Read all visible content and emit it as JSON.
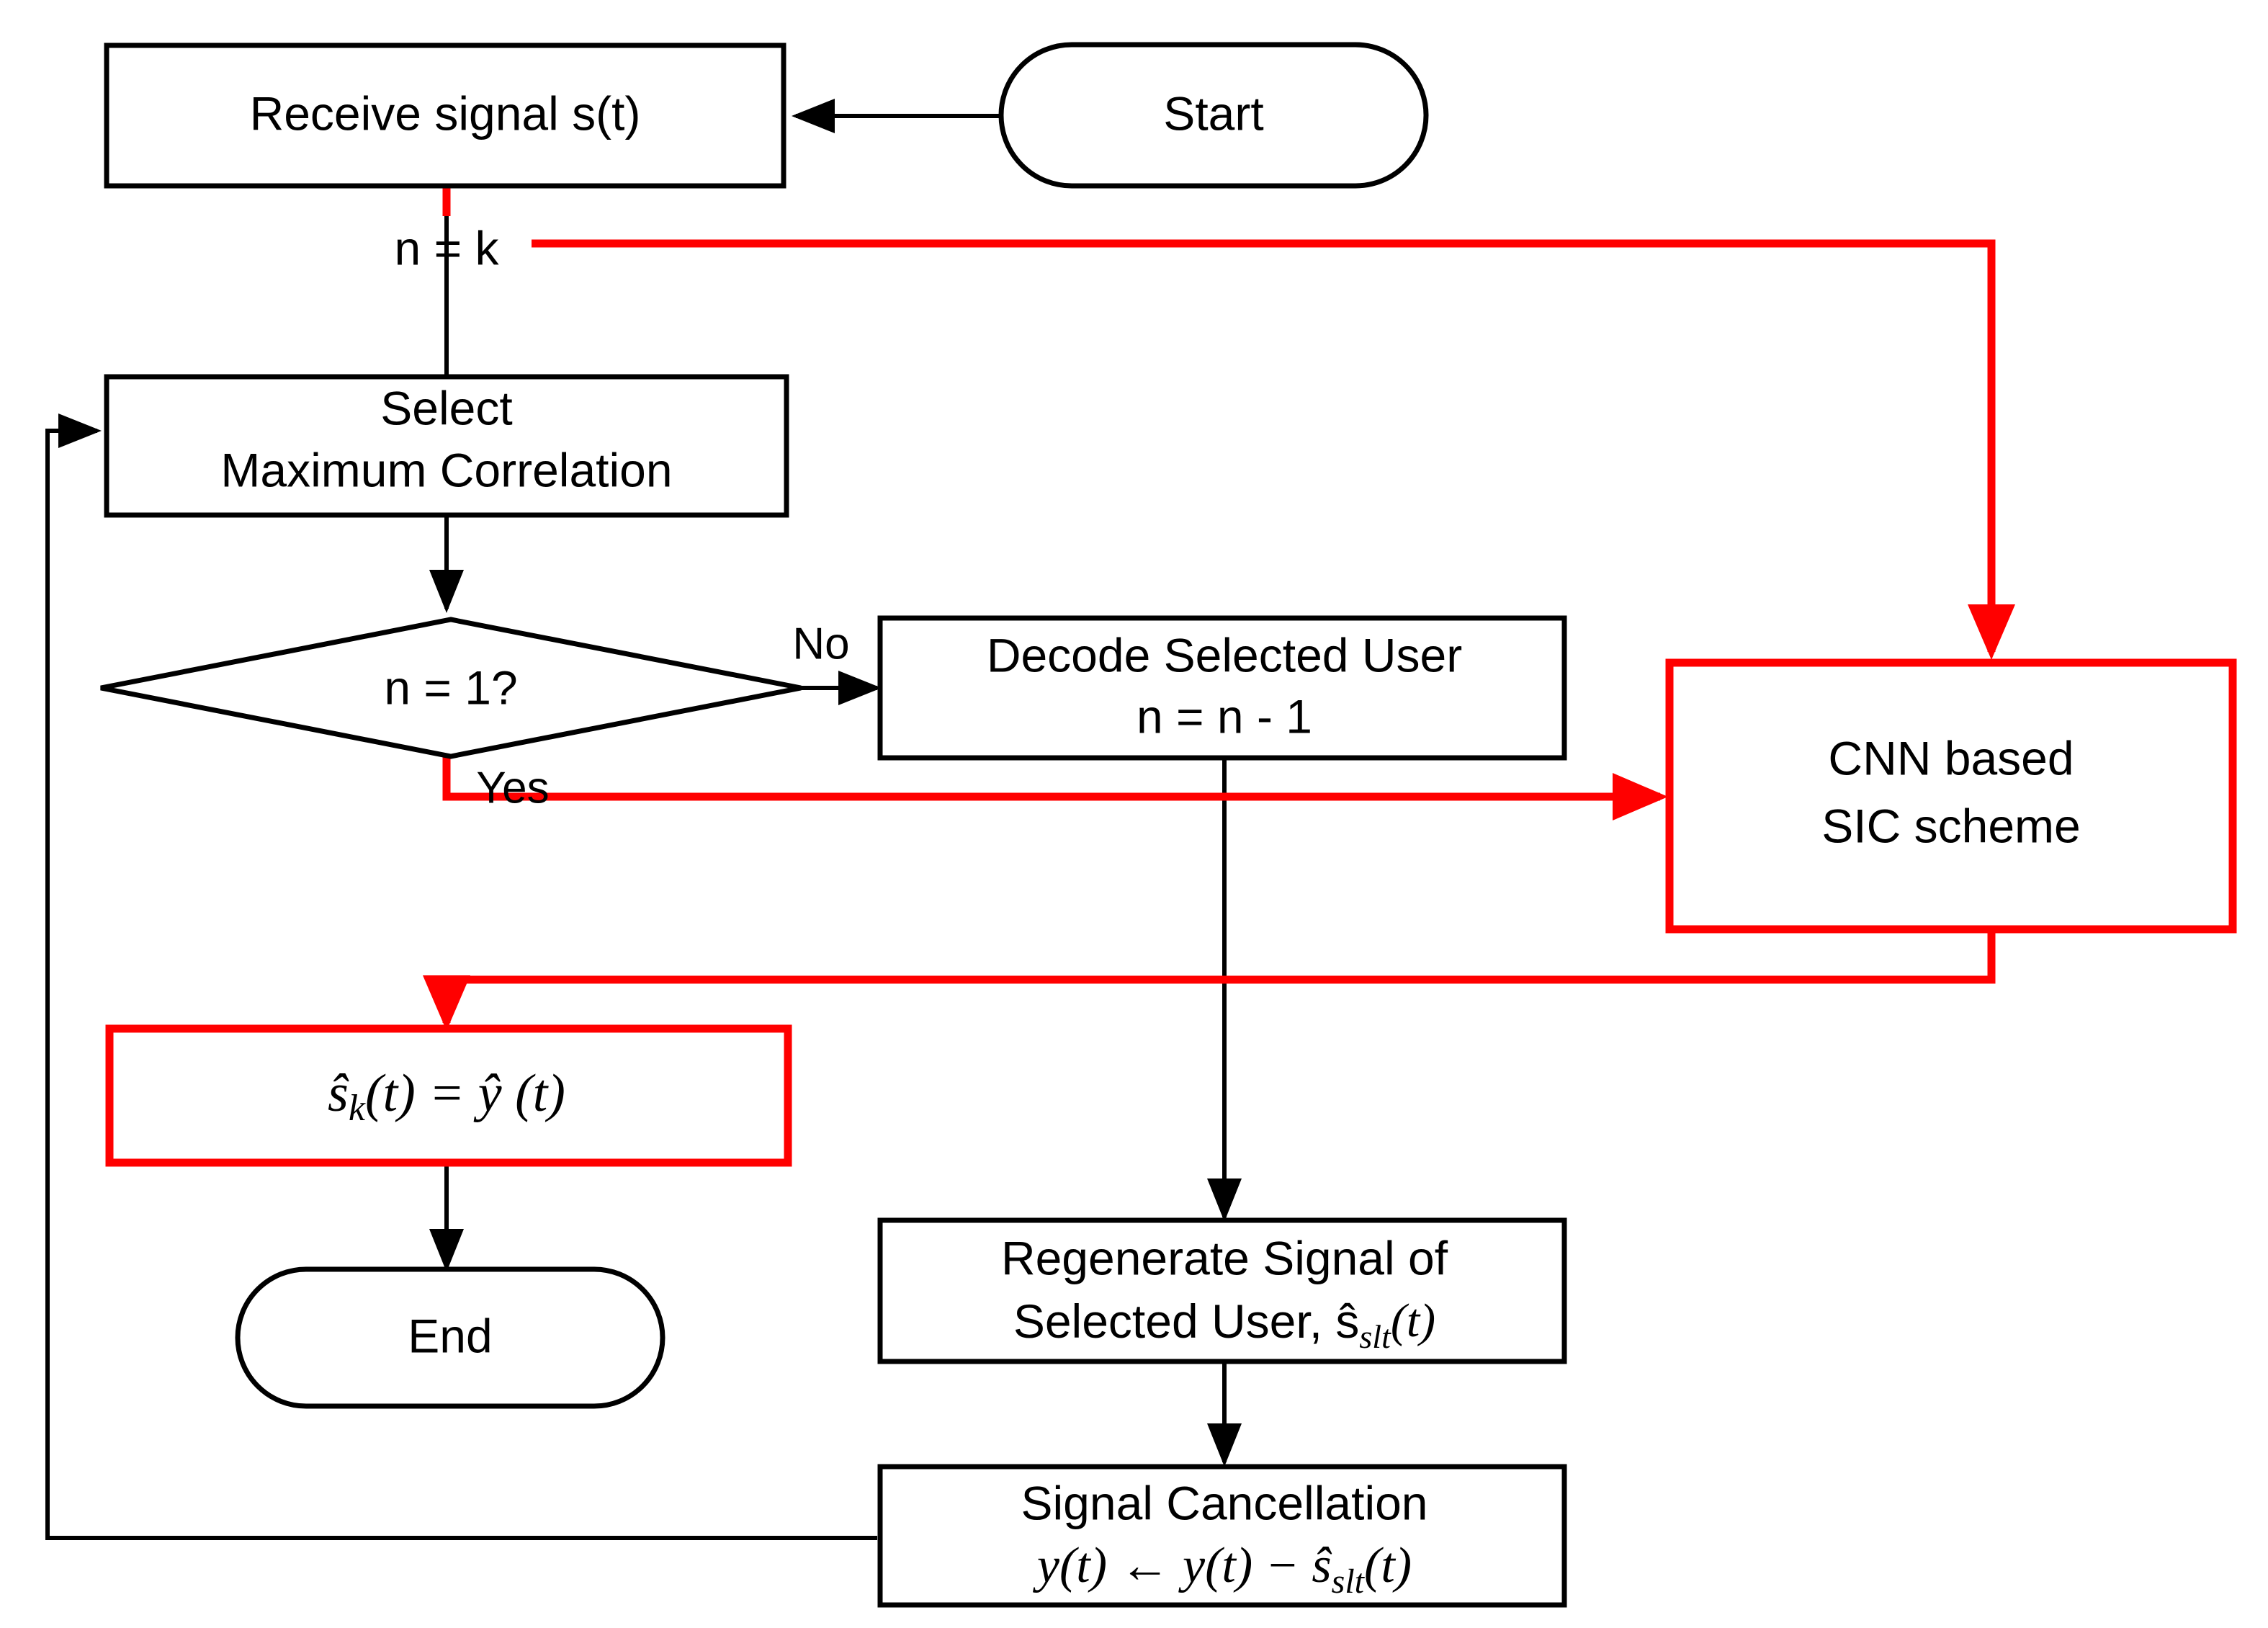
{
  "diagram": {
    "title": "CNN based SIC scheme flowchart",
    "colors": {
      "accent_red": "#ff0000",
      "stroke_black": "#000000",
      "background": "#ffffff"
    },
    "nodes": {
      "start": {
        "label": "Start",
        "shape": "stadium",
        "color": "#000000"
      },
      "receive": {
        "label": "Receive signal s(t)",
        "shape": "rect",
        "color": "#000000"
      },
      "select": {
        "line1": "Select",
        "line2": "Maximum Correlation",
        "shape": "rect",
        "color": "#000000"
      },
      "decision": {
        "label": "n = 1?",
        "shape": "diamond",
        "color": "#000000"
      },
      "decode": {
        "line1": "Decode Selected User",
        "line2": "n = n - 1",
        "shape": "rect",
        "color": "#000000"
      },
      "cnn": {
        "line1": "CNN based",
        "line2": "SIC scheme",
        "shape": "rect",
        "color": "#ff0000"
      },
      "estimate": {
        "formula": "ŝ",
        "sub": "k",
        "rest": "(t) = ŷ (t)",
        "shape": "rect",
        "color": "#ff0000"
      },
      "end": {
        "label": "End",
        "shape": "stadium",
        "color": "#000000"
      },
      "regenerate": {
        "line1": "Regenerate Signal of",
        "line2_pre": "Selected User, ŝ",
        "line2_sub": "slt",
        "line2_post": "(t)",
        "shape": "rect",
        "color": "#000000"
      },
      "cancellation": {
        "line1": "Signal Cancellation",
        "line2_a": "y(t) ← y(t) − ŝ",
        "line2_sub": "slt",
        "line2_b": "(t)",
        "shape": "rect",
        "color": "#000000"
      }
    },
    "edge_labels": {
      "init": "n = k",
      "no": "No",
      "yes": "Yes"
    }
  }
}
